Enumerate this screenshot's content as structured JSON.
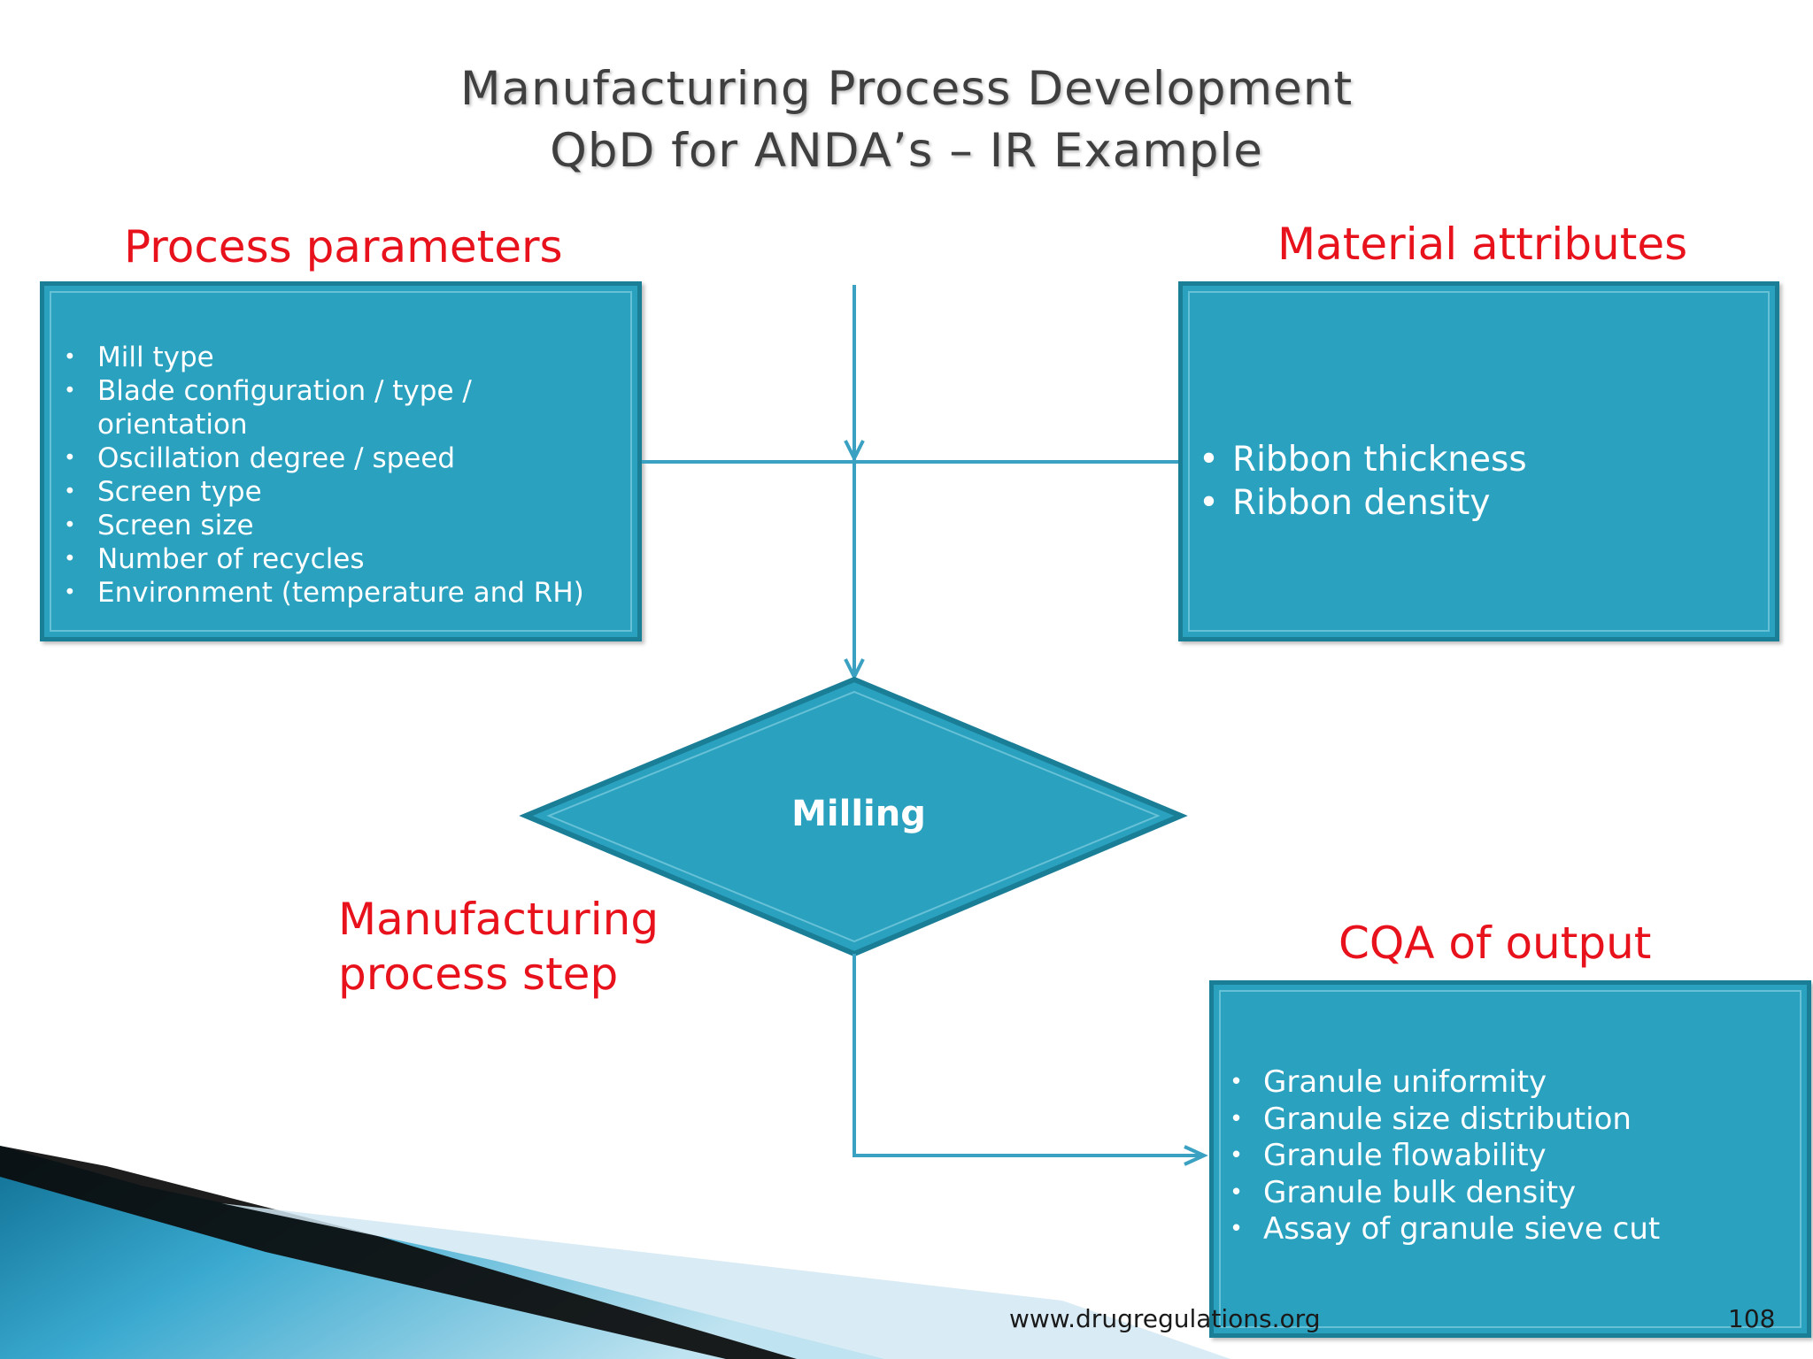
{
  "slide": {
    "title_line1": "Manufacturing Process Development",
    "title_line2": "QbD for ANDA’s – IR Example"
  },
  "labels": {
    "process_parameters": "Process parameters",
    "material_attributes": "Material attributes",
    "manufacturing_step": "Manufacturing process step",
    "cqa_output": "CQA of output"
  },
  "process_parameters": {
    "items": [
      "Mill type",
      "Blade configuration / type / orientation",
      "Oscillation degree / speed",
      "Screen type",
      "Screen size",
      "Number of recycles",
      "Environment (temperature and RH)"
    ]
  },
  "material_attributes": {
    "items": [
      "Ribbon thickness",
      "Ribbon density"
    ]
  },
  "process_step": {
    "label": "Milling"
  },
  "cqa": {
    "items": [
      "Granule uniformity",
      "Granule size distribution",
      "Granule flowability",
      "Granule bulk density",
      "Assay of granule sieve cut"
    ]
  },
  "footer": {
    "url": "www.drugregulations.org",
    "page_number": "108"
  },
  "colors": {
    "box_fill": "#2aa1bf",
    "box_border": "#1b7e97",
    "label_red": "#e8121c",
    "connector": "#3aa1c2"
  }
}
